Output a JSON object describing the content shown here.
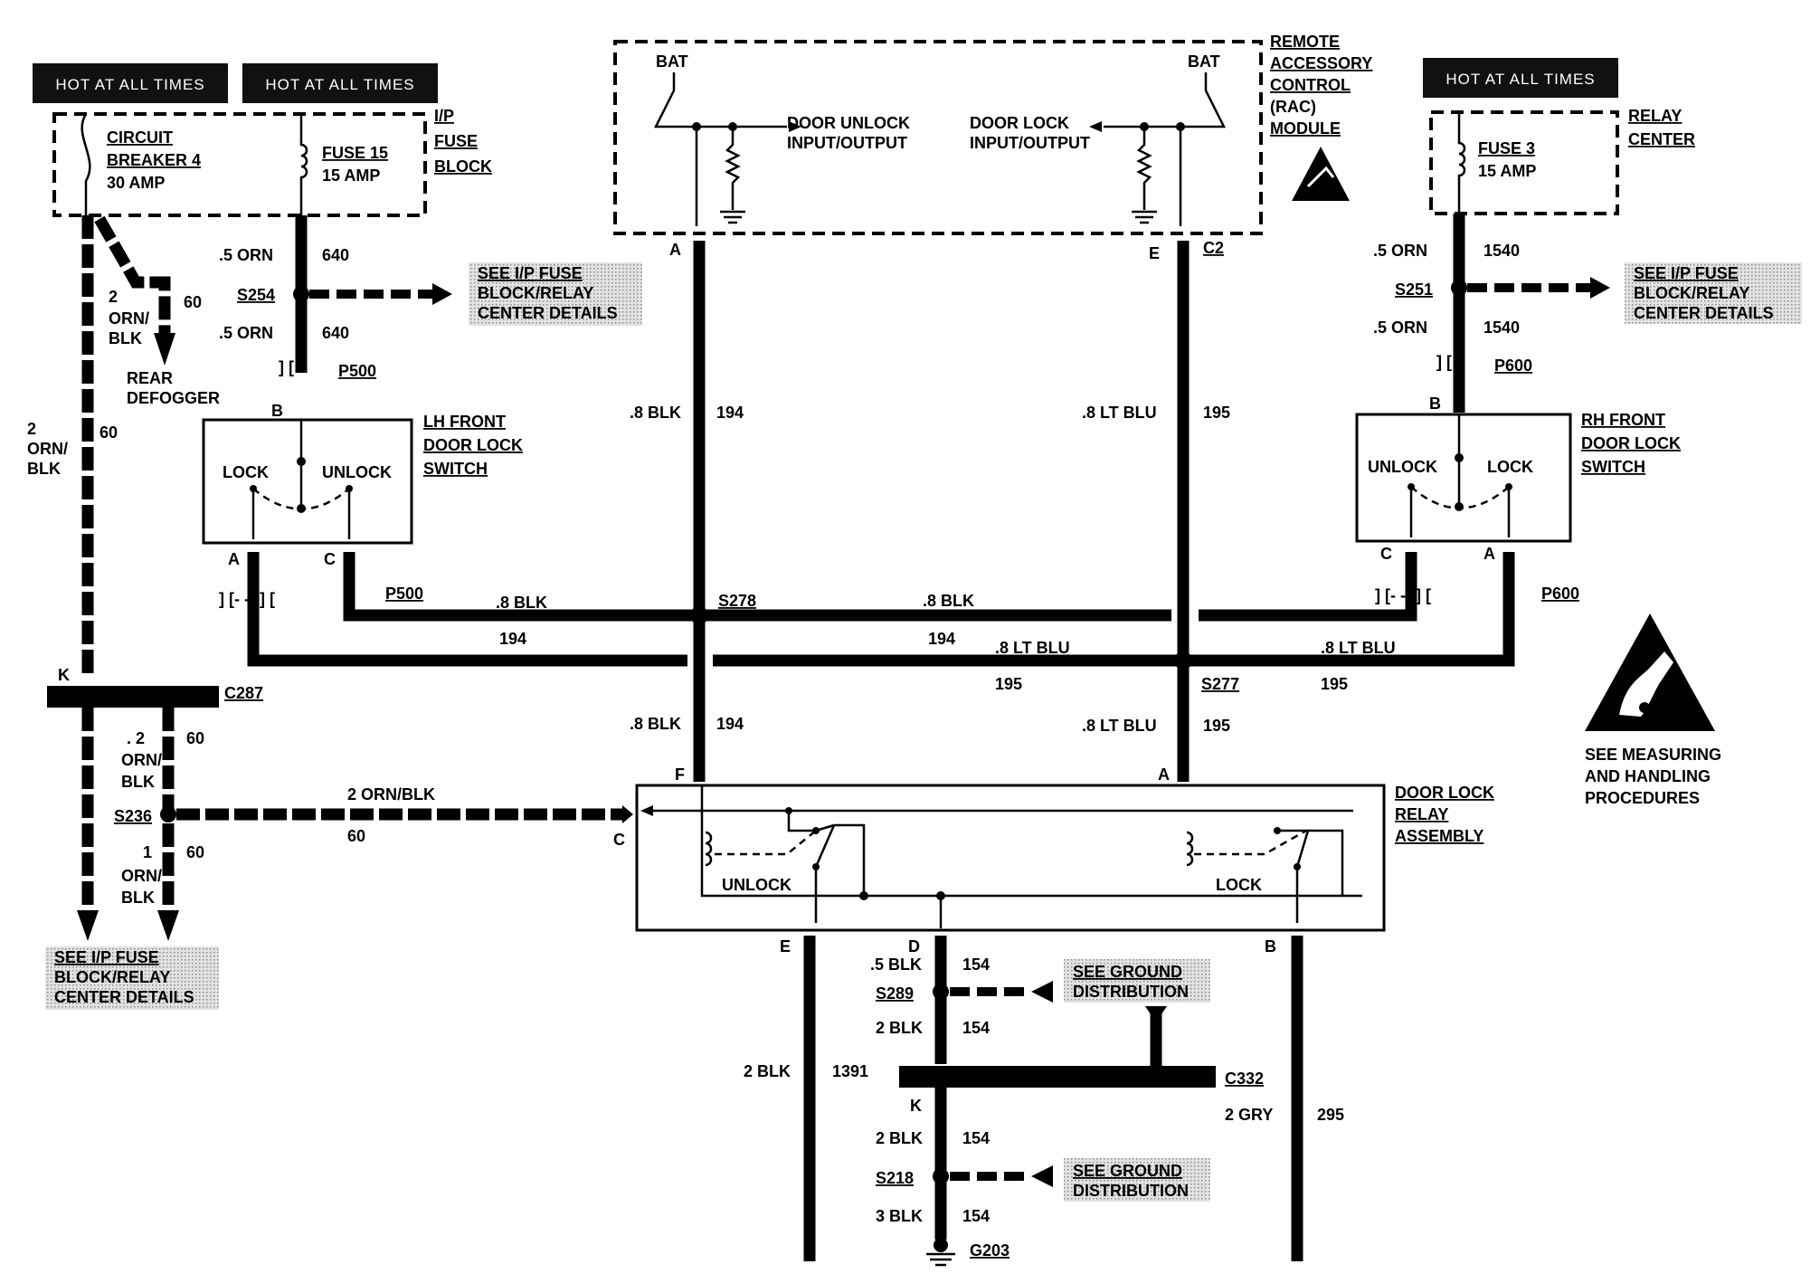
{
  "hot_labels": [
    "HOT AT ALL TIMES",
    "HOT AT ALL TIMES",
    "HOT AT ALL TIMES"
  ],
  "ip_fuse_block": {
    "cb_line1": "CIRCUIT",
    "cb_line2": "BREAKER 4",
    "cb_line3": "30 AMP",
    "fuse_line1": "FUSE 15",
    "fuse_line2": "15 AMP",
    "label": [
      "I/P",
      "FUSE",
      "BLOCK"
    ]
  },
  "relay_center": {
    "fuse_line1": "FUSE 3",
    "fuse_line2": "15 AMP",
    "label": [
      "RELAY",
      "CENTER"
    ]
  },
  "rac_module": {
    "bat_left": "BAT",
    "bat_right": "BAT",
    "unlock_io": [
      "DOOR UNLOCK",
      "INPUT/OUTPUT"
    ],
    "lock_io": [
      "DOOR LOCK",
      "INPUT/OUTPUT"
    ],
    "label": [
      "REMOTE",
      "ACCESSORY",
      "CONTROL",
      "(RAC)",
      "MODULE"
    ],
    "pin_a": "A",
    "pin_e": "E",
    "conn": "C2"
  },
  "lh_switch": {
    "label": [
      "LH FRONT",
      "DOOR LOCK",
      "SWITCH"
    ],
    "lock": "LOCK",
    "unlock": "UNLOCK",
    "pin_b": "B",
    "pin_a": "A",
    "pin_c": "C"
  },
  "rh_switch": {
    "label": [
      "RH FRONT",
      "DOOR LOCK",
      "SWITCH"
    ],
    "lock": "LOCK",
    "unlock": "UNLOCK",
    "pin_b": "B",
    "pin_a": "A",
    "pin_c": "C"
  },
  "relay_assembly": {
    "label": [
      "DOOR LOCK",
      "RELAY",
      "ASSEMBLY"
    ],
    "unlock": "UNLOCK",
    "lock": "LOCK",
    "pins": {
      "f": "F",
      "a": "A",
      "c": "C",
      "e": "E",
      "d": "D",
      "b": "B"
    }
  },
  "wires": {
    "orn_5": ".5 ORN",
    "n640": "640",
    "n1540": "1540",
    "orn_blk_2": "2",
    "orn_blk_a": "ORN/",
    "orn_blk_b": "BLK",
    "n60": "60",
    "rear_defogger": [
      "REAR",
      "DEFOGGER"
    ],
    "blk_8": ".8 BLK",
    "n194": "194",
    "ltblu_8": ".8 LT BLU",
    "n195": "195",
    "orn_blk_full": "2 ORN/BLK",
    "one": "1",
    "two_dot": ". 2",
    "blk_5": ".5 BLK",
    "n154": "154",
    "blk_2": "2 BLK",
    "blk_3": "3 BLK",
    "n1391": "1391",
    "gry_2": "2 GRY",
    "n295": "295"
  },
  "splices": {
    "s254": "S254",
    "s251": "S251",
    "s278": "S278",
    "s277": "S277",
    "s236": "S236",
    "s289": "S289",
    "s218": "S218"
  },
  "connectors": {
    "p500": "P500",
    "p600": "P600",
    "c287": "C287",
    "c332": "C332",
    "g203": "G203",
    "k": "K"
  },
  "see_fuse_details": [
    "SEE I/P FUSE",
    "BLOCK/RELAY",
    "CENTER DETAILS"
  ],
  "see_ground": [
    "SEE GROUND",
    "DISTRIBUTION"
  ],
  "esd_note": [
    "SEE MEASURING",
    "AND HANDLING",
    "PROCEDURES"
  ]
}
